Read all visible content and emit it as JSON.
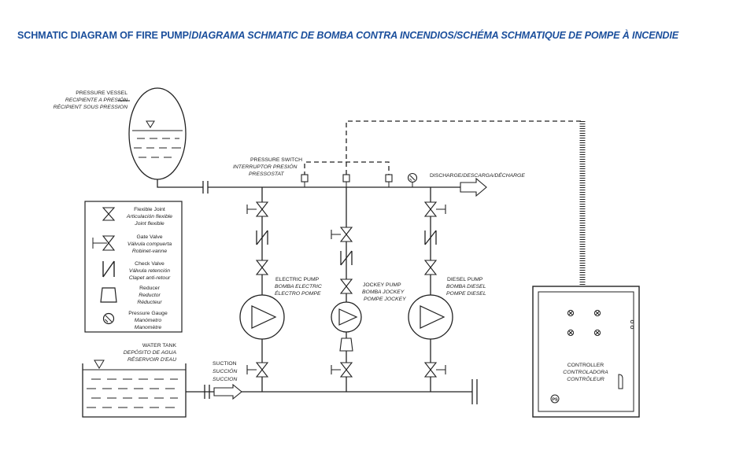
{
  "title": {
    "en": "SCHMATIC DIAGRAM OF FIRE PUMP/",
    "rest": "DIAGRAMA SCHMATIC DE BOMBA CONTRA INCENDIOS/SCHÉMA SCHMATIQUE DE POMPE À INCENDIE"
  },
  "pressure_vessel": {
    "en": "PRESSURE VESSEL",
    "es": "RECIPIENTE A PRESIÓN",
    "fr": "RÉCIPIENT SOUS PRESSION"
  },
  "pressure_switch": {
    "en": "PRESSURE SWITCH",
    "es": "INTERRUPTOR PRESIÓN",
    "fr": "PRESSOSTAT"
  },
  "discharge": {
    "en": "DISCHARGE/",
    "rest": "DESCARGA/DÉCHARGE"
  },
  "legend": {
    "flexible_joint": {
      "en": "Flexible Joint",
      "es": "Articulación flexible",
      "fr": "Joint flexible"
    },
    "gate_valve": {
      "en": "Gate Valve",
      "es": "Válvula compuerta",
      "fr": "Robinet-vanne"
    },
    "check_valve": {
      "en": "Check Valve",
      "es": "Válvula retención",
      "fr": "Clapet anti-retour"
    },
    "reducer": {
      "en": "Reducer",
      "es": "Reductor",
      "fr": "Réducteur"
    },
    "pressure_gauge": {
      "en": "Pressure Gauge",
      "es": "Manómetro",
      "fr": "Manomètre"
    }
  },
  "electric_pump": {
    "en": "ELECTRIC PUMP",
    "es": "BOMBA  ELECTRIC",
    "fr": "ÉLECTRO  POMPE"
  },
  "jockey_pump": {
    "en": "JOCKEY PUMP",
    "es": "BOMBA JOCKEY",
    "fr": "POMPE JOCKEY"
  },
  "diesel_pump": {
    "en": "DIESEL PUMP",
    "es": "BOMBA DIESEL",
    "fr": "POMPE DIESEL"
  },
  "water_tank": {
    "en": "WATER TANK",
    "es": "DEPÓSITO DE AGUA",
    "fr": "RÉSERVOIR D'EAU"
  },
  "suction": {
    "en": "SUCTION",
    "es": "SUCCIÓN",
    "fr": "SUCCION"
  },
  "controller": {
    "en": "CONTROLLER",
    "es": "CONTROLADORA",
    "fr": "CONTRÔLEUR",
    "badge": "PS"
  },
  "colors": {
    "title": "#1b4f9c",
    "line": "#222222"
  }
}
